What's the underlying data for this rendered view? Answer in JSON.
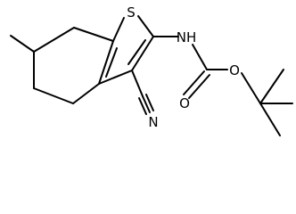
{
  "molecule": {
    "atoms": {
      "sulfur": "S",
      "amine": "NH",
      "ester_oxygen": "O",
      "carbonyl_oxygen": "O",
      "nitrile_nitrogen": "N"
    },
    "colors": {
      "bond": "#000000",
      "label": "#000000",
      "background": "#ffffff"
    }
  }
}
